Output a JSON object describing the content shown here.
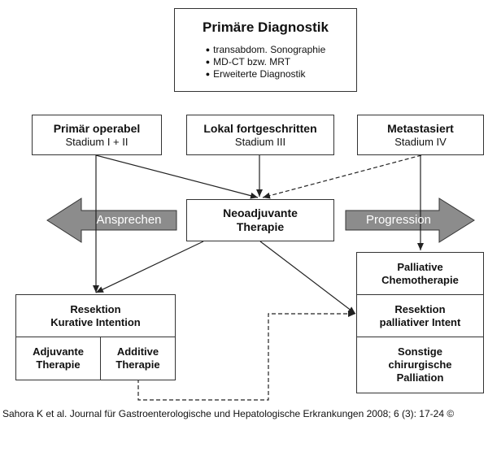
{
  "diagnostics": {
    "title": "Primäre Diagnostik",
    "items": [
      "transabdom. Sonographie",
      "MD-CT bzw. MRT",
      "Erweiterte Diagnostik"
    ]
  },
  "stages": [
    {
      "title": "Primär operabel",
      "subtitle": "Stadium I + II"
    },
    {
      "title": "Lokal fortgeschritten",
      "subtitle": "Stadium III"
    },
    {
      "title": "Metastasiert",
      "subtitle": "Stadium IV"
    }
  ],
  "neoadjuvant": {
    "line1": "Neoadjuvante",
    "line2": "Therapie"
  },
  "response_arrow": {
    "label": "Ansprechen"
  },
  "progression_arrow": {
    "label": "Progression"
  },
  "resection": {
    "header_line1": "Resektion",
    "header_line2": "Kurative Intention",
    "left_line1": "Adjuvante",
    "left_line2": "Therapie",
    "right_line1": "Additive",
    "right_line2": "Therapie"
  },
  "palliative": {
    "cell1_line1": "Palliative",
    "cell1_line2": "Chemotherapie",
    "cell2_line1": "Resektion",
    "cell2_line2": "palliativer Intent",
    "cell3_line1": "Sonstige",
    "cell3_line2": "chirurgische",
    "cell3_line3": "Palliation"
  },
  "citation": "Sahora K et al. Journal für Gastroenterologische und Hepatologische Erkrankungen 2008; 6 (3): 17-24 ©",
  "colors": {
    "arrow_fill": "#8c8c8c",
    "line": "#222222"
  }
}
